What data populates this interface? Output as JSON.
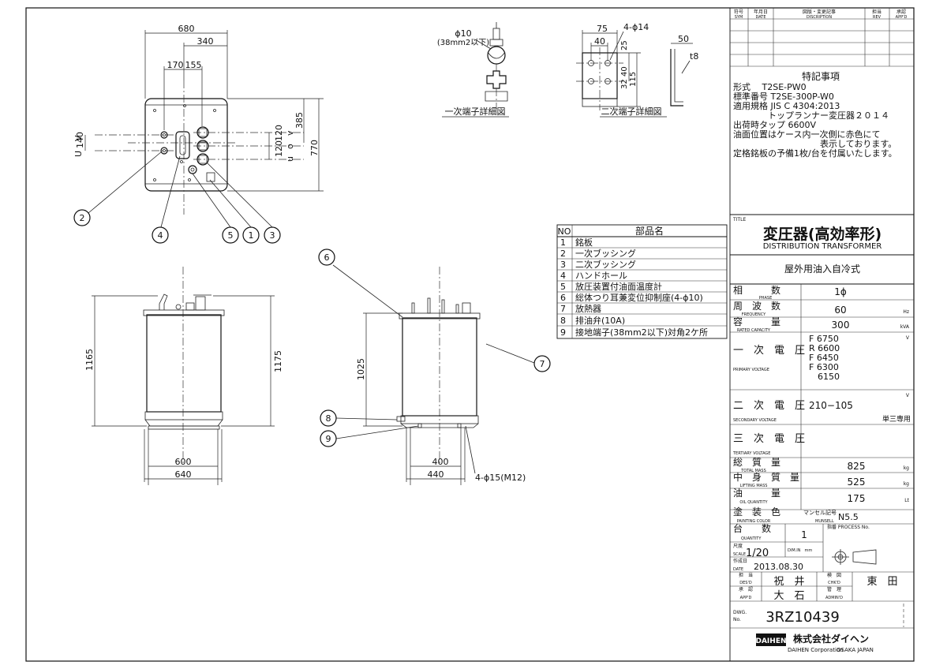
{
  "views": {
    "top": {
      "dims": {
        "w680": "680",
        "w340": "340",
        "w170": "170",
        "w155": "155",
        "h140": "140",
        "h120a": "120",
        "h120b": "120",
        "h385": "385",
        "h770": "770"
      },
      "labels": {
        "u": "U",
        "v": "V",
        "u2": "u",
        "o": "o",
        "v2": "v"
      }
    },
    "front": {
      "dims": {
        "h1165": "1165",
        "h1175": "1175",
        "w600": "600",
        "w640": "640"
      }
    },
    "side": {
      "dims": {
        "h1025": "1025",
        "w400": "400",
        "w440": "440",
        "hole": "4-ϕ15(M12)"
      }
    },
    "primary_detail": {
      "dia": "ϕ10",
      "note": "(38mm2以下)",
      "caption": "一次端子詳細図"
    },
    "secondary_detail": {
      "w75": "75",
      "w40": "40",
      "holes": "4-ϕ14",
      "h25": "25",
      "h32": "32",
      "h40": "40",
      "h115": "115",
      "w50": "50",
      "t8": "t8",
      "caption": "二次端子詳細図"
    }
  },
  "callouts": [
    "1",
    "2",
    "3",
    "4",
    "5",
    "6",
    "7",
    "8",
    "9"
  ],
  "parts_table": {
    "header": {
      "no": "NO",
      "name": "部品名"
    },
    "rows": [
      {
        "no": "1",
        "name": "銘板"
      },
      {
        "no": "2",
        "name": "一次ブッシング"
      },
      {
        "no": "3",
        "name": "二次ブッシング"
      },
      {
        "no": "4",
        "name": "ハンドホール"
      },
      {
        "no": "5",
        "name": "放圧装置付油面温度計"
      },
      {
        "no": "6",
        "name": "総体つり耳兼変位抑制座(4-ϕ10)"
      },
      {
        "no": "7",
        "name": "放熱器"
      },
      {
        "no": "8",
        "name": "排油弁(10A)"
      },
      {
        "no": "9",
        "name": "接地端子(38mm2以下)対角2ケ所"
      }
    ]
  },
  "revision": {
    "sym": "符号",
    "sym_en": "SYM",
    "date": "年月日",
    "date_en": "DATE",
    "desc": "図版・変更記事",
    "desc_en": "DISCRIPTION",
    "rev": "担当",
    "rev_en": "REV",
    "app": "承認",
    "app_en": "APP'D"
  },
  "notes": {
    "heading": "特記事項",
    "lines": [
      "形式　 T2SE-PW0",
      "標準番号 T2SE-300P-W0",
      "適用規格 JIS C 4304:2013",
      "　　　　トップランナー変圧器２０１４",
      "出荷時タップ 6600V",
      "油面位置はケース内一次側に赤色にて",
      "　　　　　　　　　　表示しております。",
      "定格銘板の予備1枚/台を付属いたします。"
    ]
  },
  "title": {
    "label": "TITLE",
    "jp": "変圧器(高効率形)",
    "en": "DISTRIBUTION TRANSFORMER",
    "sub": "屋外用油入自冷式"
  },
  "specs": {
    "phase": {
      "jp": "相　　　数",
      "en": "PHASE",
      "value": "1ϕ"
    },
    "freq": {
      "jp": "周　波　数",
      "en": "FREQUENCY",
      "value": "60",
      "unit": "Hz"
    },
    "cap": {
      "jp": "容　　　量",
      "en": "RATED CAPACITY",
      "value": "300",
      "unit": "kVA"
    },
    "primary": {
      "jp": "一　次　電　圧",
      "en": "PRIMARY VOLTAGE",
      "values": [
        "F 6750",
        "R 6600",
        "F 6450",
        "F 6300",
        "　6150"
      ],
      "unit": "V"
    },
    "secondary": {
      "jp": "二　次　電　圧",
      "en": "SECONDARY VOLTAGE",
      "value": "210−105",
      "unit": "V",
      "note": "単三専用"
    },
    "tertiary": {
      "jp": "三　次　電　圧",
      "en": "TERTIARY VOLTAGE"
    },
    "total_mass": {
      "jp": "総　質　量",
      "en": "TOTAL MASS",
      "value": "825",
      "unit": "kg"
    },
    "lift_mass": {
      "jp": "中　身　質　量",
      "en": "LIFTING MASS",
      "value": "525",
      "unit": "kg"
    },
    "oil": {
      "jp": "油　　　量",
      "en": "OIL QUANTITY",
      "value": "175",
      "unit": "Lt"
    },
    "paint": {
      "jp": "塗　装　色",
      "en": "PAINTING COLOR",
      "munsell_label": "マンセル記号",
      "munsell_en": "MUNSELL",
      "value": "N5.5"
    },
    "qty": {
      "jp": "台　　数",
      "en": "QUANTITY",
      "value": "1",
      "process": "指番 PROCESS No."
    },
    "scale": {
      "jp": "尺度",
      "en": "SCALE",
      "value": "1/20",
      "dim": "DIM.IN　mm"
    },
    "date": {
      "jp": "作成日",
      "en": "DATE",
      "value": "2013.08.30"
    },
    "des": {
      "jp": "担　当",
      "en": "DES'D",
      "value": "祝　井"
    },
    "chk": {
      "jp": "検　図",
      "en": "CHK'D",
      "value": "東　田"
    },
    "app": {
      "jp": "承　認",
      "en": "APP'D",
      "value": "大　石"
    },
    "admin": {
      "jp": "管　理",
      "en": "ADMIN'D"
    },
    "dwg": {
      "jp": "DWG.",
      "en": "No.",
      "value": "3RZ10439"
    }
  },
  "company": {
    "logo": "DAIHEN",
    "jp": "株式会社ダイヘン",
    "en": "DAIHEN Corporation",
    "place": "OSAKA JAPAN"
  }
}
